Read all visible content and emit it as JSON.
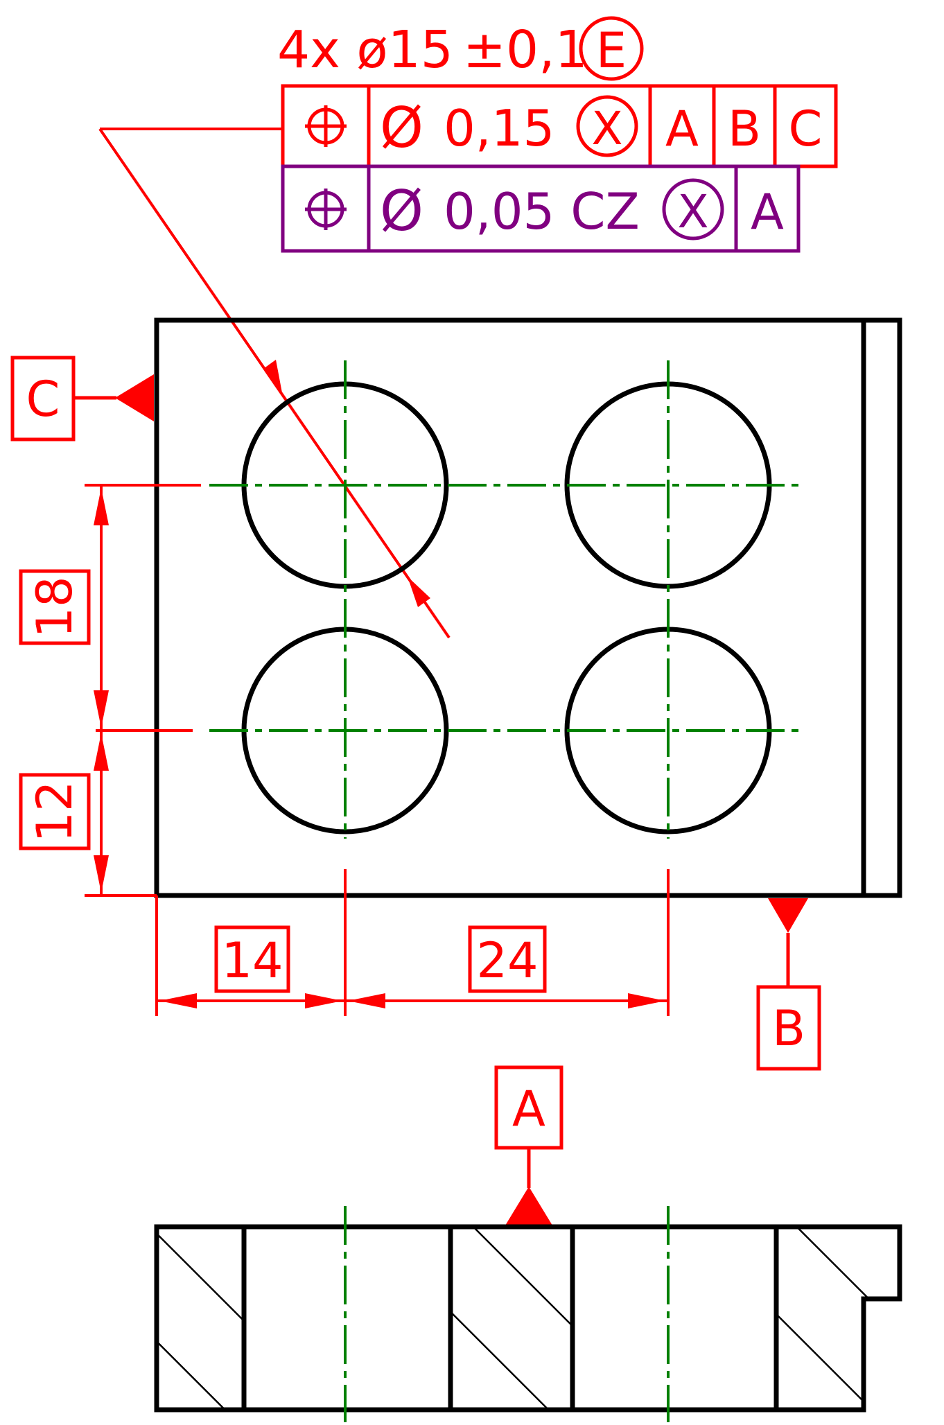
{
  "colors": {
    "outline": "#000000",
    "dimension": "#ff0000",
    "centerline": "#008000",
    "secondary_frame": "#800080",
    "background": "#ffffff"
  },
  "callout": {
    "count_size": "4x ø15",
    "tolerance": "±0,1",
    "envelope_modifier": "E"
  },
  "frame_primary": {
    "symbol_icon": "position-icon",
    "diameter_symbol": "Ø",
    "value": "0,15",
    "modifier": "X",
    "datums": [
      "A",
      "B",
      "C"
    ]
  },
  "frame_secondary": {
    "symbol_icon": "position-icon",
    "diameter_symbol": "Ø",
    "value": "0,05 CZ",
    "modifier": "X",
    "datums": [
      "A"
    ]
  },
  "datum_labels": {
    "left": "C",
    "bottom": "B",
    "top": "A"
  },
  "dimensions": {
    "vertical_upper": "18",
    "vertical_lower": "12",
    "horizontal_left": "14",
    "horizontal_right": "24"
  }
}
